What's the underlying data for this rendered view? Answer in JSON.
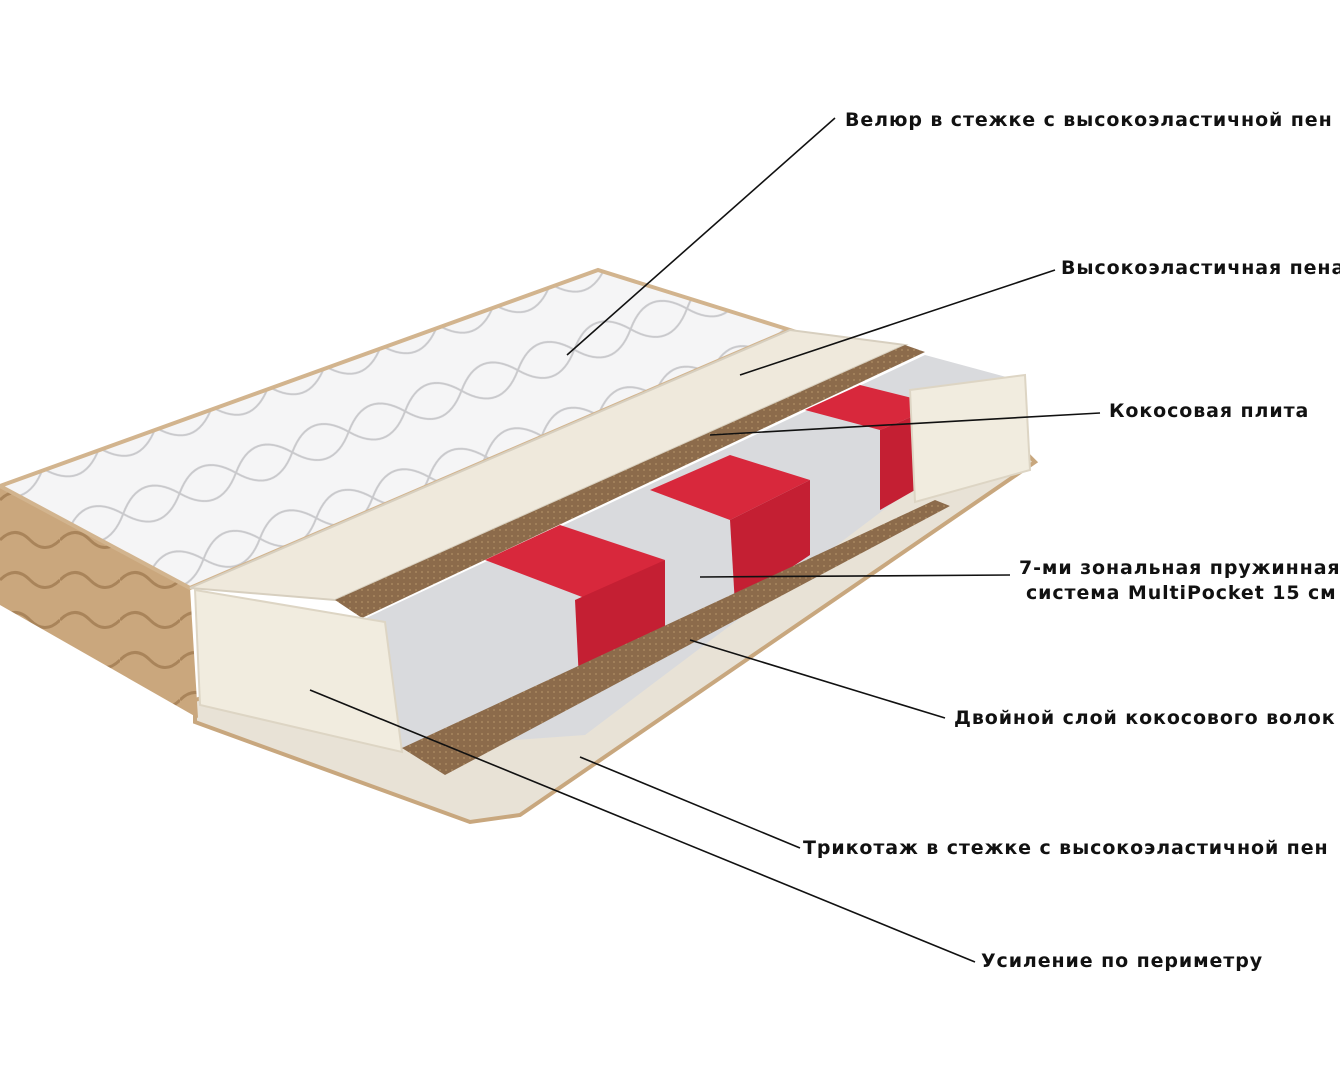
{
  "labels": {
    "velour": "Велюр в стежке с высокоэластичной пен",
    "foam": "Высокоэластичная пена",
    "coconut_plate": "Кокосовая плита",
    "springs_line1": "7-ми зональная пружинная",
    "springs_line2": "система MultiPocket 15 см",
    "double_coconut": "Двойной слой кокосового волок",
    "knit": "Трикотаж в стежке с высокоэластичной пен",
    "perimeter": "Усиление по периметру"
  },
  "colors": {
    "quilt": "#f4f4f4",
    "foam": "#efe9dc",
    "coconut": "#8a6a4a",
    "spring_red": "#d8283c",
    "spring_grey": "#d9dadd",
    "side_tan": "#c9a57c"
  }
}
